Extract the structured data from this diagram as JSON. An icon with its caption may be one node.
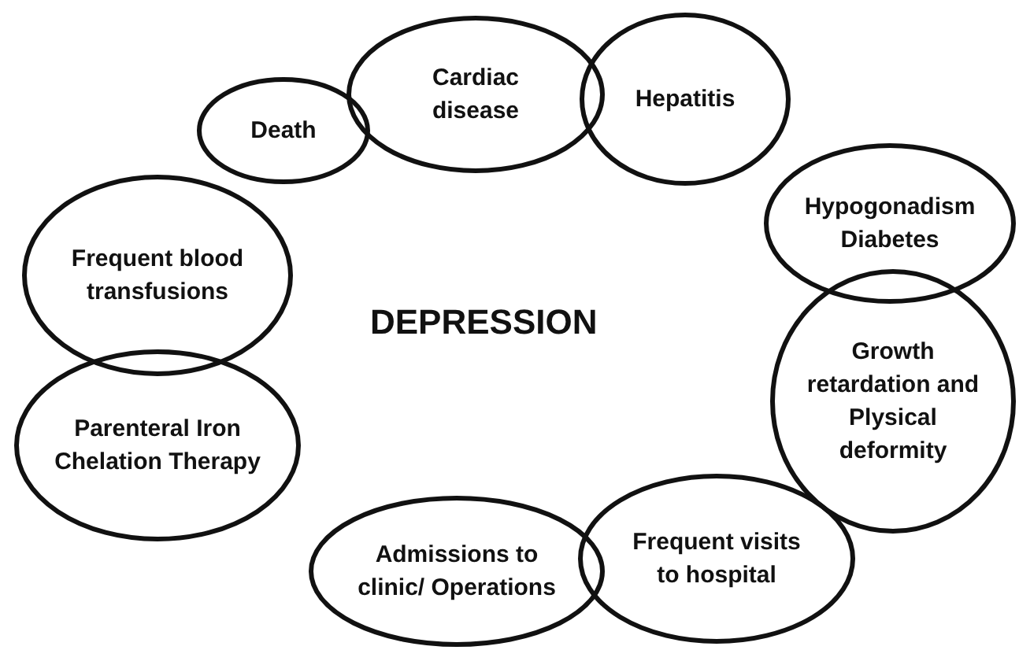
{
  "diagram": {
    "nodes": [
      {
        "text": [
          "Death"
        ]
      },
      {
        "text": [
          "Cardiac disease"
        ]
      },
      {
        "text": [
          "Hepatitis"
        ]
      },
      {
        "text": [
          "Hypogonadism Diabetes"
        ]
      },
      {
        "text": [
          "Growth retardation and Plysical deformity"
        ]
      },
      {
        "text": [
          "Frequent visits to hospital"
        ]
      },
      {
        "text": [
          "Admissions to clinic/ Operations"
        ]
      },
      {
        "text": [
          "Parenteral Iron Chelation Therapy"
        ]
      },
      {
        "text": [
          "Frequent blood transfusions"
        ]
      }
    ],
    "edges": [],
    "labels": [
      "DEPRESSION"
    ]
  }
}
